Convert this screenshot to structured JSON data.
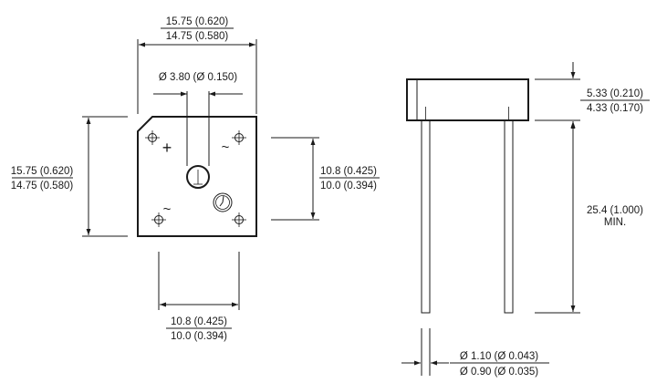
{
  "drawing": {
    "top_width": {
      "max": "15.75 (0.620)",
      "min": "14.75 (0.580)"
    },
    "hole": {
      "label": "Ø 3.80 (Ø 0.150)"
    },
    "left_height": {
      "max": "15.75 (0.620)",
      "min": "14.75 (0.580)"
    },
    "lead_spacing_vertical": {
      "max": "10.8 (0.425)",
      "min": "10.0 (0.394)"
    },
    "lead_spacing_horizontal": {
      "max": "10.8 (0.425)",
      "min": "10.0 (0.394)"
    },
    "body_height": {
      "max": "5.33 (0.210)",
      "min": "4.33 (0.170)"
    },
    "lead_length": {
      "line1": "25.4 (1.000)",
      "line2": "MIN."
    },
    "lead_diameter": {
      "max": "Ø 1.10 (Ø 0.043)",
      "min": "Ø 0.90 (Ø 0.035)"
    },
    "markings": {
      "plus": "+",
      "ac1": "~",
      "ac2": "~"
    }
  }
}
